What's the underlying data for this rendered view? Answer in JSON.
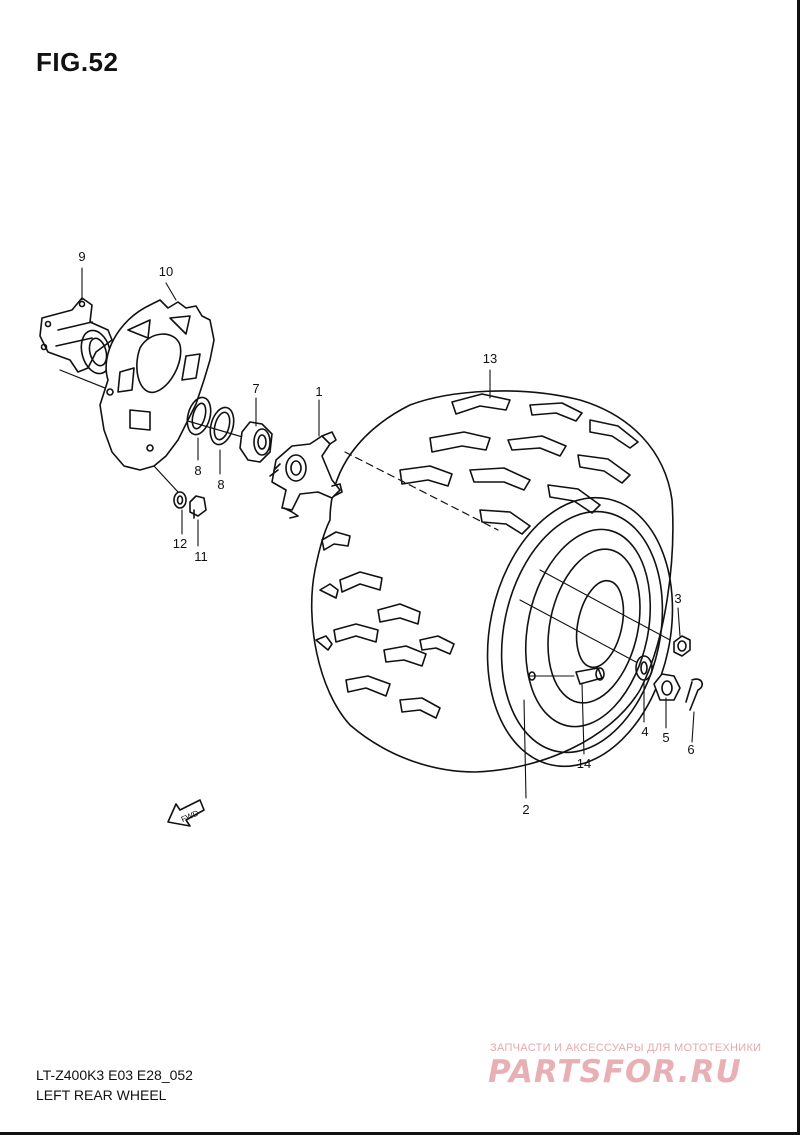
{
  "figure": {
    "title": "FIG.52"
  },
  "footer": {
    "code": "LT-Z400K3 E03 E28_052",
    "subtitle": "LEFT REAR WHEEL"
  },
  "watermark": {
    "tagline": "ЗАПЧАСТИ И АКСЕССУАРЫ ДЛЯ МОТОТЕХНИКИ",
    "logo": "PARTSFOR.RU"
  },
  "arrow_label": "FWD",
  "parts": [
    {
      "number": "1"
    },
    {
      "number": "2"
    },
    {
      "number": "3"
    },
    {
      "number": "4"
    },
    {
      "number": "5"
    },
    {
      "number": "6"
    },
    {
      "number": "7"
    },
    {
      "number": "8"
    },
    {
      "number": "8"
    },
    {
      "number": "9"
    },
    {
      "number": "10"
    },
    {
      "number": "11"
    },
    {
      "number": "12"
    },
    {
      "number": "13"
    },
    {
      "number": "14"
    }
  ]
}
